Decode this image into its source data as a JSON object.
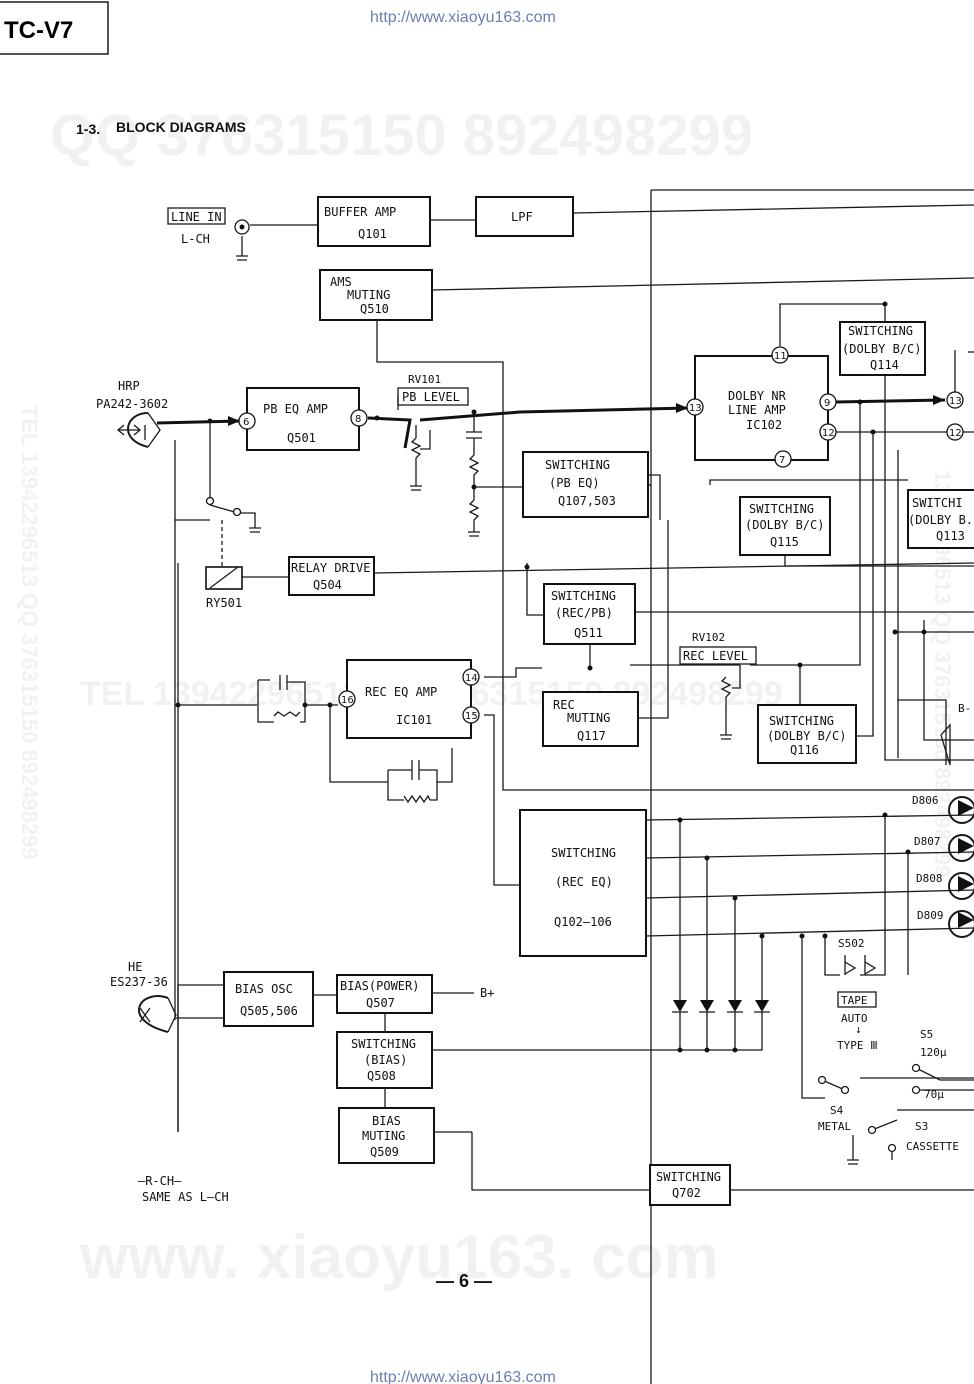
{
  "header": {
    "model": "TC-V7",
    "source_url_top": "http://www.xiaoyu163.com",
    "source_url_bottom": "http://www.xiaoyu163.com",
    "section_number": "1-3.",
    "section_title": "BLOCK DIAGRAMS",
    "page_number": "— 6 —"
  },
  "watermarks": {
    "qq": "QQ 376315150   892498299",
    "tel_mid": "TEL 13942296513   QQ 376315150   892498299",
    "site": "www. xiaoyu163. com",
    "vertical_left": "TEL 13942296513   QQ 376315150 892498299",
    "vertical_right": "13942296513 QQ 376315150 892498299"
  },
  "inputs": {
    "line_in": "LINE  IN",
    "l_ch": "L-CH",
    "hrp_name": "HRP",
    "hrp_part": "PA242-3602",
    "he_name": "HE",
    "he_part": "ES237-36"
  },
  "blocks": {
    "buffer_amp": [
      "BUFFER AMP",
      "Q101"
    ],
    "lpf": [
      "LPF"
    ],
    "ams_muting": [
      "AMS",
      "MUTING",
      "Q510"
    ],
    "pb_eq_amp": [
      "PB EQ AMP",
      "Q501"
    ],
    "dolby_nr": [
      "DOLBY NR",
      "LINE  AMP",
      "IC102"
    ],
    "switching_q114": [
      "SWITCHING",
      "(DOLBY B/C)",
      "Q114"
    ],
    "switching_q107": [
      "SWITCHING",
      "(PB EQ)",
      "Q107,503"
    ],
    "switching_q115": [
      "SWITCHING",
      "(DOLBY B/C)",
      "Q115"
    ],
    "switching_q113": [
      "SWITCHI",
      "(DOLBY B.",
      "Q113"
    ],
    "relay_drive": [
      "RELAY DRIVE",
      "Q504"
    ],
    "switching_q511": [
      "SWITCHING",
      "(REC/PB)",
      "Q511"
    ],
    "rec_eq_amp": [
      "REC EQ AMP",
      "IC101"
    ],
    "rec_muting": [
      "REC",
      "MUTING",
      "Q117"
    ],
    "switching_q116": [
      "SWITCHING",
      "(DOLBY B/C)",
      "Q116"
    ],
    "switching_rec_eq": [
      "SWITCHING",
      "(REC EQ)",
      "Q102—106"
    ],
    "bias_osc": [
      "BIAS OSC",
      "Q505,506"
    ],
    "bias_power": [
      "BIAS(POWER)",
      "Q507"
    ],
    "switching_bias": [
      "SWITCHING",
      "(BIAS)",
      "Q508"
    ],
    "bias_muting": [
      "BIAS",
      "MUTING",
      "Q509"
    ],
    "switching_q702": [
      "SWITCHING",
      "Q702"
    ]
  },
  "labels": {
    "rv101": "RV101",
    "pb_level": "PB LEVEL",
    "rv102": "RV102",
    "rec_level": "REC LEVEL",
    "ry501": "RY501",
    "b_plus": "B+",
    "d806": "D806",
    "d807": "D807",
    "d808": "D808",
    "d809": "D809",
    "s502": "S502",
    "tape": "TAPE",
    "auto": "AUTO",
    "type3": "TYPE Ⅲ",
    "s5": "S5",
    "s5_120": "120μ",
    "s5_70": "70μ",
    "s4": "S4",
    "metal": "METAL",
    "s3": "S3",
    "cassette": "CASSETTE",
    "b_edge": "B-",
    "r_ch": "—R-CH—",
    "same_as": "SAME AS L—CH"
  },
  "pins": {
    "p6": "6",
    "p8": "8",
    "p13a": "13",
    "p11": "11",
    "p9": "9",
    "p12a": "12",
    "p7": "7",
    "p13b": "13",
    "p12b": "12",
    "p14": "14",
    "p15": "15",
    "p16": "16"
  }
}
